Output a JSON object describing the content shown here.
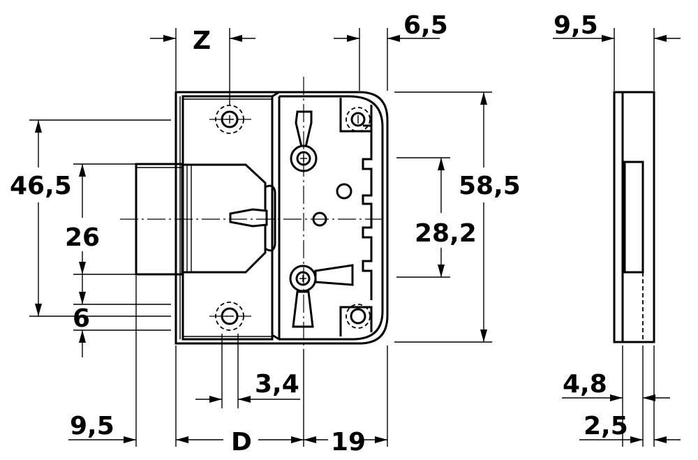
{
  "dimensions": {
    "z": "Z",
    "top_6_5": "6,5",
    "side_9_5_top": "9,5",
    "h_46_5": "46,5",
    "h_26": "26",
    "h_6": "6",
    "h_58_5": "58,5",
    "h_28_2": "28,2",
    "w_3_4": "3,4",
    "w_4_8": "4,8",
    "w_9_5_bottom": "9,5",
    "d": "D",
    "w_19": "19",
    "w_2_5": "2,5"
  },
  "colors": {
    "line": "#000000",
    "background": "#ffffff"
  }
}
